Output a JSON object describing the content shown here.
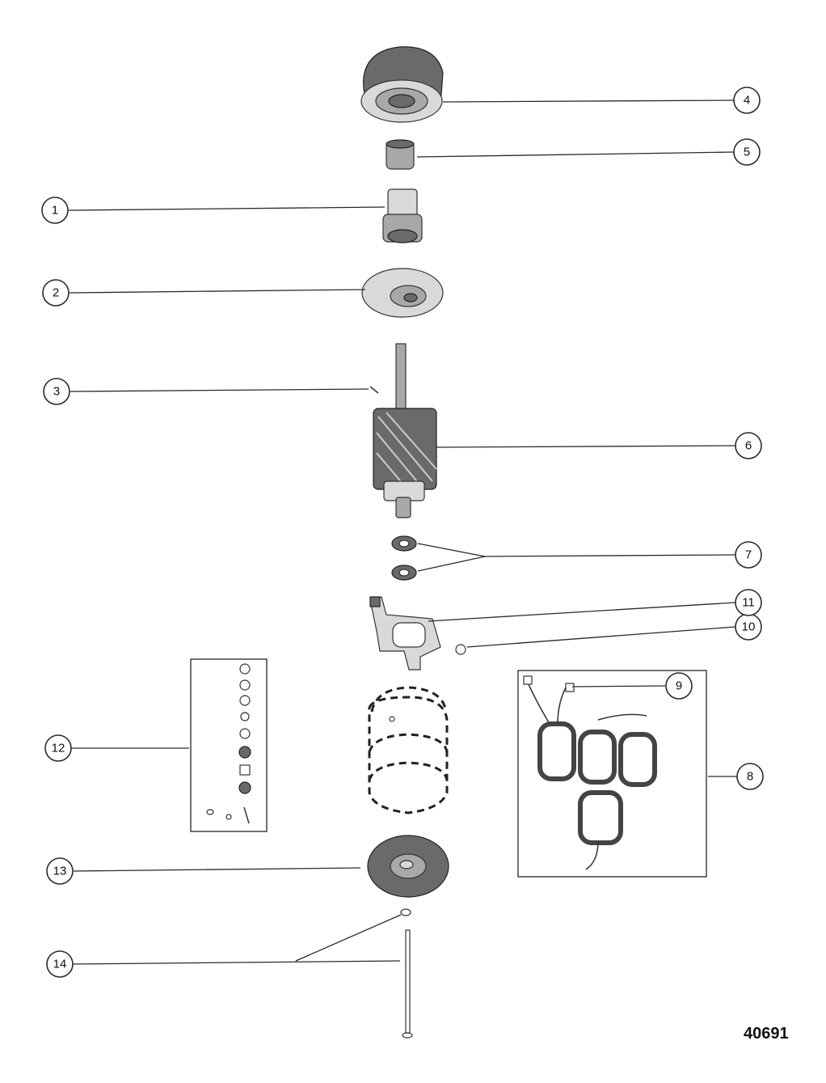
{
  "figure_number": "40691",
  "callouts": {
    "c1": "1",
    "c2": "2",
    "c3": "3",
    "c4": "4",
    "c5": "5",
    "c6": "6",
    "c7": "7",
    "c8": "8",
    "c9": "9",
    "c10": "10",
    "c11": "11",
    "c12": "12",
    "c13": "13",
    "c14": "14"
  }
}
